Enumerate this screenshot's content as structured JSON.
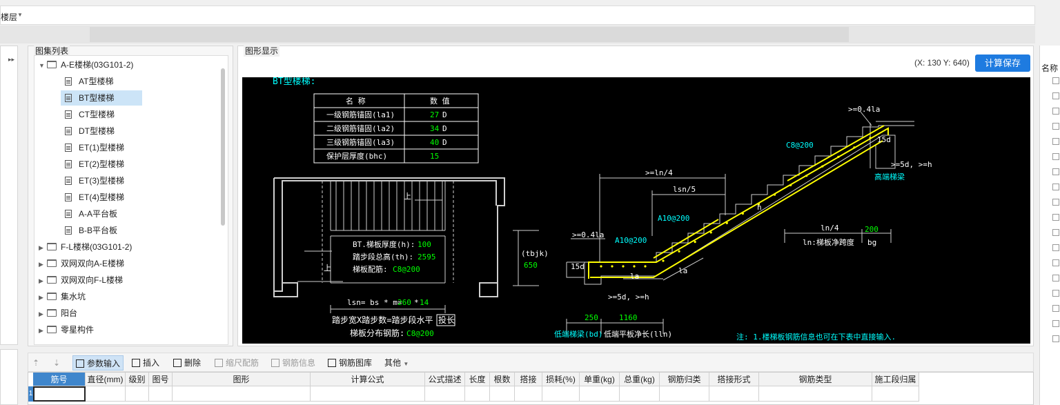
{
  "floor_selector": {
    "label": "楼层"
  },
  "atlas_panel": {
    "title": "图集列表",
    "tree": [
      {
        "label": "A-E楼梯(03G101-2)",
        "type": "folder",
        "expanded": true,
        "level": 0
      },
      {
        "label": "AT型楼梯",
        "type": "doc",
        "level": 1
      },
      {
        "label": "BT型楼梯",
        "type": "doc",
        "level": 1,
        "selected": true
      },
      {
        "label": "CT型楼梯",
        "type": "doc",
        "level": 1
      },
      {
        "label": "DT型楼梯",
        "type": "doc",
        "level": 1
      },
      {
        "label": "ET(1)型楼梯",
        "type": "doc",
        "level": 1
      },
      {
        "label": "ET(2)型楼梯",
        "type": "doc",
        "level": 1
      },
      {
        "label": "ET(3)型楼梯",
        "type": "doc",
        "level": 1
      },
      {
        "label": "ET(4)型楼梯",
        "type": "doc",
        "level": 1
      },
      {
        "label": "A-A平台板",
        "type": "doc",
        "level": 1
      },
      {
        "label": "B-B平台板",
        "type": "doc",
        "level": 1
      },
      {
        "label": "F-L楼梯(03G101-2)",
        "type": "folder",
        "expanded": false,
        "level": 0
      },
      {
        "label": "双网双向A-E楼梯",
        "type": "folder",
        "expanded": false,
        "level": 0
      },
      {
        "label": "双网双向F-L楼梯",
        "type": "folder",
        "expanded": false,
        "level": 0
      },
      {
        "label": "集水坑",
        "type": "folder",
        "expanded": false,
        "level": 0
      },
      {
        "label": "阳台",
        "type": "folder",
        "expanded": false,
        "level": 0
      },
      {
        "label": "零星构件",
        "type": "folder",
        "expanded": false,
        "level": 0
      }
    ]
  },
  "graphic_panel": {
    "title": "图形显示",
    "coord": "(X: 130 Y: 640)",
    "save_button": "计算保存"
  },
  "drawing": {
    "title": "BT型楼梯:",
    "table_header": [
      "名 称",
      "数 值"
    ],
    "table_rows": [
      {
        "name": "一级钢筋锚固(la1)",
        "value": "27",
        "unit": "D"
      },
      {
        "name": "二级钢筋锚固(la2)",
        "value": "34",
        "unit": "D"
      },
      {
        "name": "三级钢筋锚固(la3)",
        "value": "40",
        "unit": "D"
      },
      {
        "name": "保护层厚度(bhc)",
        "value": "15",
        "unit": ""
      }
    ],
    "plan": {
      "up1": "上",
      "up2": "上",
      "slab_thk_label": "BT.梯板厚度(h):",
      "slab_thk_value": "100",
      "rise_label": "踏步段总高(th):",
      "rise_value": "2595",
      "rebar_label": "梯板配筋:",
      "rebar_value": "C8@200",
      "tbjk_label": "(tbjk)",
      "tbjk_value": "650",
      "lsn_label": "lsn= bs * m=",
      "lsn_bs": "260",
      "lsn_star": "*",
      "lsn_m": "14",
      "width_note": "踏步宽X踏步数=踏步段水平",
      "width_note_box": "投长",
      "dist_label": "梯板分布钢筋:",
      "dist_value": "C8@200"
    },
    "section": {
      "dim_04la_top": ">=0.4la",
      "c8": "C8@200",
      "d15_top": "15d",
      "five_d_top": ">=5d, >=h",
      "high_beam": "高端梯梁",
      "ln4_top": ">=ln/4",
      "lsn5": "lsn/5",
      "a10_top": "A10@200",
      "h_mark": "h",
      "ln4_right": "ln/4",
      "ln_span": "ln:梯板净跨度",
      "bg_value": "200",
      "bg_label": "bg",
      "dim_04la_left": ">=0.4la",
      "a10_left": "A10@200",
      "d15_left": "15d",
      "la1": "la",
      "la2": "la",
      "five_d_bottom": ">=5d, >=h",
      "bd_value": "250",
      "lln_value": "1160",
      "low_beam": "低端梯梁(bd)",
      "low_plate": "低端平板净长(lln)",
      "note": "注: 1.楼梯板钢筋信息也可在下表中直接输入."
    }
  },
  "toolbar": {
    "param_input": "参数输入",
    "insert": "插入",
    "delete": "删除",
    "scale_rebar": "缩尺配筋",
    "rebar_info": "钢筋信息",
    "rebar_library": "钢筋图库",
    "other": "其他"
  },
  "grid": {
    "columns": [
      "筋号",
      "直径(mm)",
      "级别",
      "图号",
      "图形",
      "计算公式",
      "公式描述",
      "长度",
      "根数",
      "搭接",
      "损耗(%)",
      "单重(kg)",
      "总重(kg)",
      "钢筋归类",
      "搭接形式",
      "钢筋类型",
      "施工段归属"
    ],
    "row_number": "1"
  },
  "right_strip": {
    "header": "名称"
  },
  "colors": {
    "accent": "#1e7be0",
    "selection": "#cce4f7",
    "cad_bg": "#000000",
    "cad_cyan": "#00ffff",
    "cad_green": "#00ff00",
    "cad_yellow": "#ffff00"
  }
}
